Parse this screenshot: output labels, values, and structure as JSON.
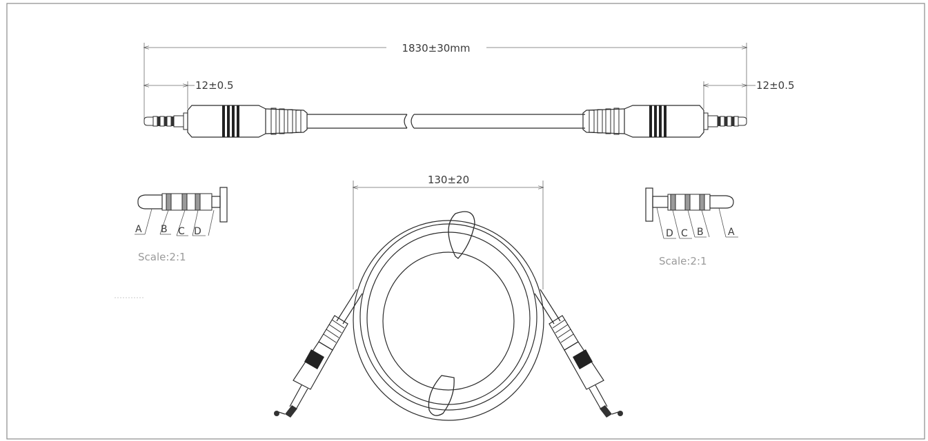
{
  "dimensions": {
    "overall_length": "1830±30mm",
    "left_plug_length": "12±0.5",
    "right_plug_length": "12±0.5",
    "coil_diameter": "130±20"
  },
  "left_detail": {
    "labels": [
      "A",
      "B",
      "C",
      "D"
    ],
    "scale": "Scale:2:1"
  },
  "right_detail": {
    "labels": [
      "D",
      "C",
      "B",
      "A"
    ],
    "scale": "Scale:2:1"
  },
  "colors": {
    "line": "#2b2b2b",
    "dimension_line": "#6a6a6a",
    "band_fill": "#9a9a9a",
    "frame": "#8a8a8a"
  }
}
